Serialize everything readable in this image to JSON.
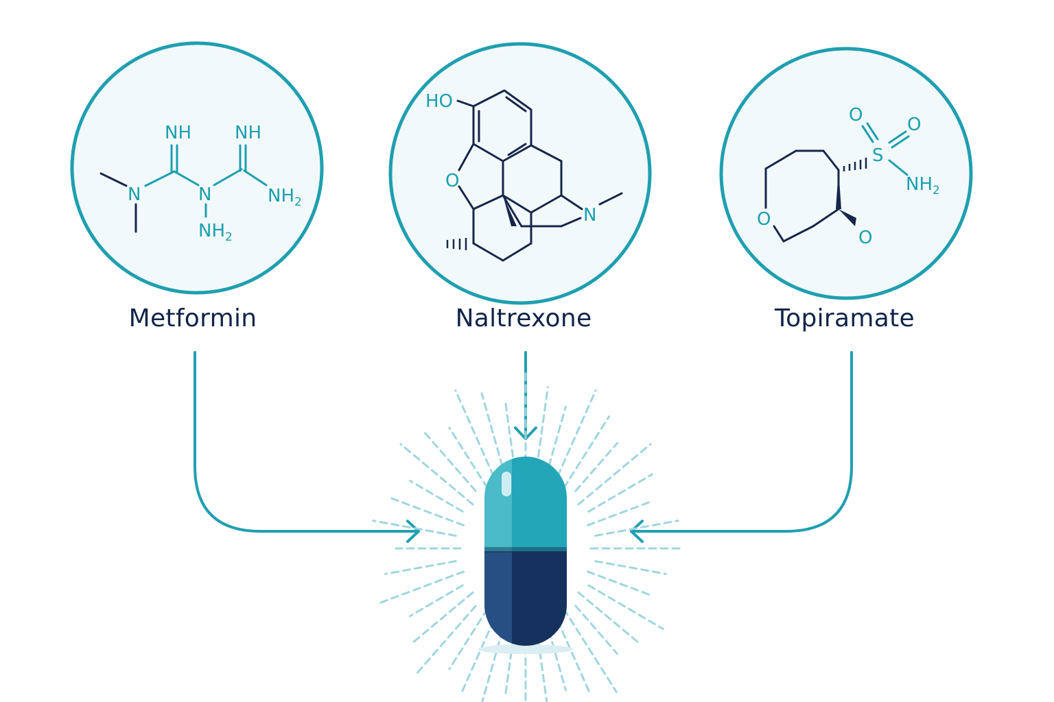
{
  "colors": {
    "teal": "#1f9fb0",
    "navy": "#17264a",
    "circle_fill": "#f2f9fb",
    "capsule_top": "#23a6b8",
    "capsule_bottom": "#17315e"
  },
  "drugs": [
    {
      "id": "metformin",
      "name": "Metformin",
      "atoms": {
        "nh_left": "NH",
        "nh_right": "NH",
        "n_dimethyl": "N",
        "n_bridge": "N",
        "nh2_right": "NH",
        "nh2_right_sub": "2",
        "nh2_bottom": "NH",
        "nh2_bottom_sub": "2"
      }
    },
    {
      "id": "naltrexone",
      "name": "Naltrexone",
      "atoms": {
        "ho": "HO",
        "o_ring": "O",
        "n_amine": "N"
      }
    },
    {
      "id": "topiramate",
      "name": "Topiramate",
      "atoms": {
        "o_top_left": "O",
        "o_top_right": "O",
        "s": "S",
        "nh2": "NH",
        "nh2_sub": "2",
        "o_ring": "O",
        "o_sub": "O"
      }
    }
  ],
  "combined_product": {
    "icon": "capsule-icon"
  }
}
